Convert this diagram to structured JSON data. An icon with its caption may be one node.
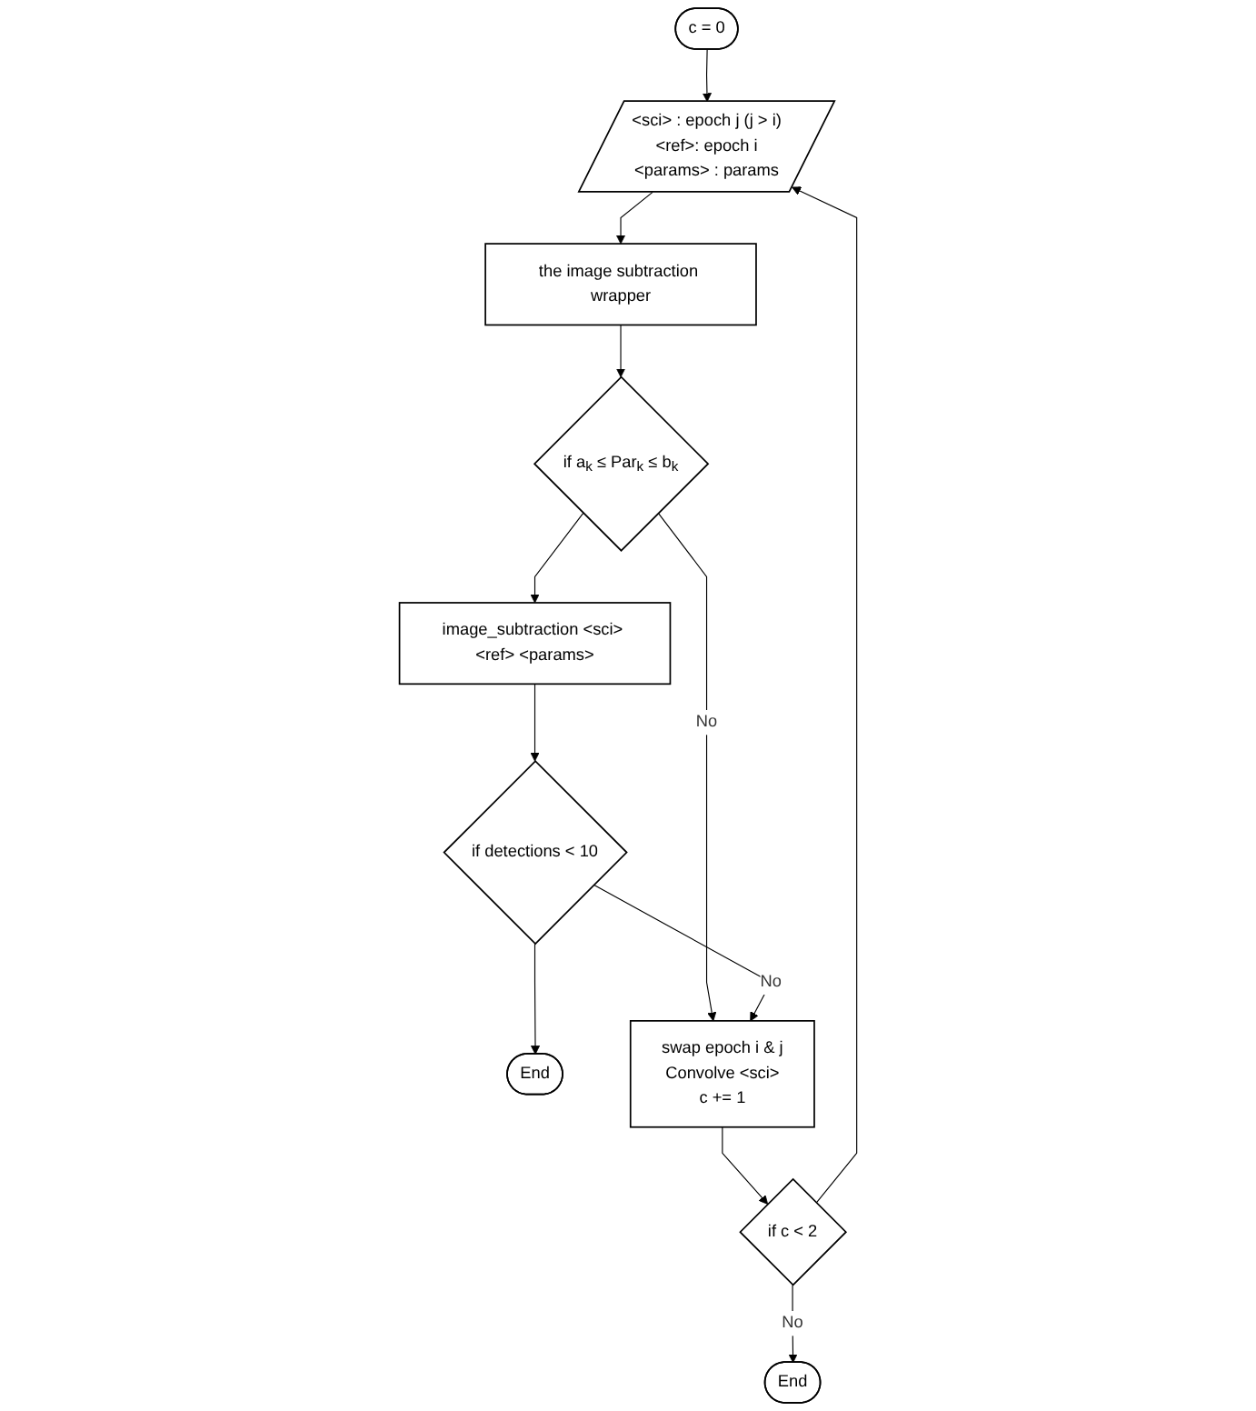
{
  "diagram": {
    "nodes": [
      {
        "text": [
          "c = 0"
        ]
      },
      {
        "text": [
          "<sci> : epoch j (j > i)",
          "<ref>: epoch i",
          "<params> : params"
        ]
      },
      {
        "text": [
          "the image subtraction wrapper"
        ]
      },
      {
        "text": [
          "if a$_{k}$ ≤ Par$_{k}$ ≤ b$_{k}$"
        ]
      },
      {
        "text": [
          "image_subtraction <sci> <ref> <params>"
        ]
      },
      {
        "text": [
          "if detections < 10"
        ]
      },
      {
        "text": [
          "End"
        ]
      },
      {
        "text": [
          "swap epoch i & j",
          "Convolve <sci>",
          "c += 1"
        ]
      },
      {
        "text": [
          "if c < 2"
        ]
      },
      {
        "text": [
          "End"
        ]
      }
    ],
    "edges": [
      {
        "from": 0,
        "to": 1,
        "arrow": "to"
      },
      {
        "from": 1,
        "to": 2,
        "arrow": "to"
      },
      {
        "from": 2,
        "to": 3,
        "arrow": "to"
      },
      {
        "from": 3,
        "to": 7,
        "arrow": "to",
        "label": "No"
      },
      {
        "from": 3,
        "to": 4,
        "arrow": "to"
      },
      {
        "from": 4,
        "to": 5,
        "arrow": "to"
      },
      {
        "from": 5,
        "to": 6,
        "arrow": "to"
      },
      {
        "from": 5,
        "to": 7,
        "arrow": "to",
        "label": "No"
      },
      {
        "from": 7,
        "to": 8,
        "arrow": "to"
      },
      {
        "from": 8,
        "to": 9,
        "arrow": "to",
        "label": "No"
      },
      {
        "from": 8,
        "to": 1,
        "arrow": "to"
      }
    ]
  }
}
